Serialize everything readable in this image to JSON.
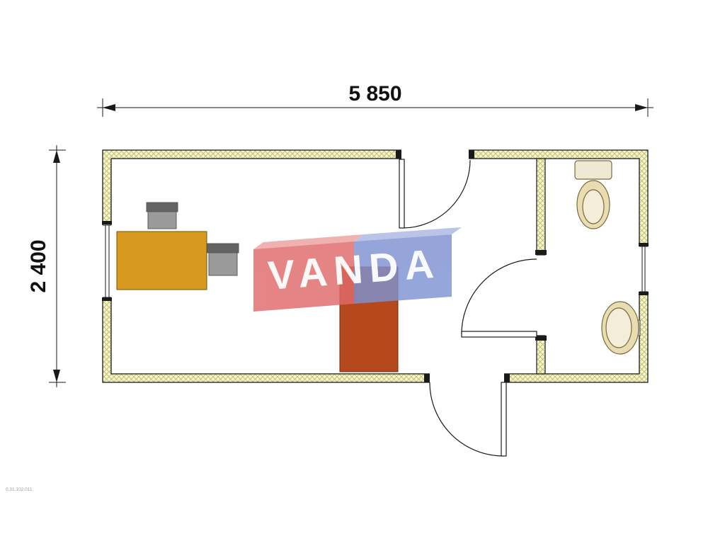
{
  "page": {
    "background": "#ffffff"
  },
  "dimensions": {
    "width": {
      "label": "5 850"
    },
    "height": {
      "label": "2 400"
    }
  },
  "watermark": {
    "text": "VANDA"
  },
  "fine_print": "0.31.102.011",
  "colors": {
    "wall_fill": "#f6f4d2",
    "wall_hatch": "#c2c26e",
    "line": "#1a1a1a",
    "dimension_text": "#111111",
    "desk": "#d79a1e",
    "cabinet": "#b5491d",
    "chair_seat": "#9a9a9a",
    "chair_back": "#636363",
    "fixture": "#e9dcb2",
    "fixture_inner": "#f4edda",
    "tank": "#efe8d4",
    "faucet": "#c9c9c9",
    "watermark_red": "#e06a6a",
    "watermark_blue": "#7e92d2",
    "watermark_red_light": "#eda0a0",
    "watermark_blue_light": "#aab8e4"
  },
  "elements": [
    "exterior-wall",
    "partition-wall",
    "window",
    "door",
    "desk",
    "office-chair",
    "cabinet",
    "toilet",
    "washbasin"
  ]
}
